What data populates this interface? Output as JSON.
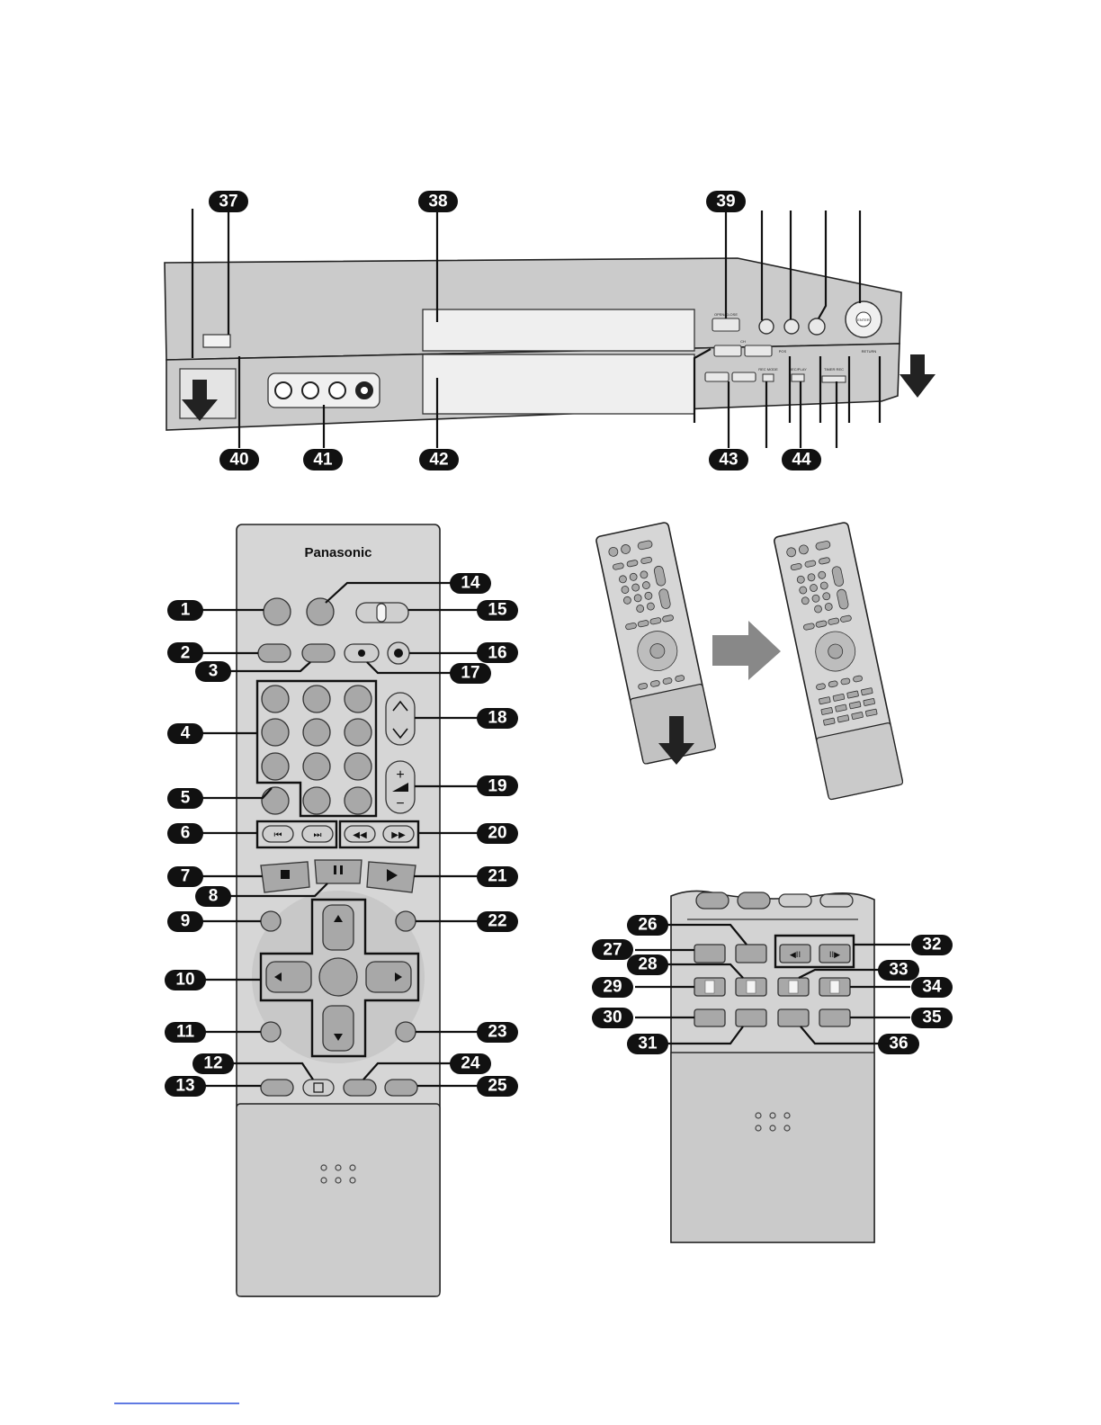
{
  "brand": "Panasonic",
  "front_panel": {
    "tiny_labels": {
      "open_close": "OPEN/CLOSE",
      "enter": "ENTER",
      "ch": "CH",
      "rec_mode": "REC MODE",
      "rec_play": "REC/PLAY",
      "timer_rec": "TIMER REC",
      "return": "RETURN",
      "pos": "POS"
    }
  },
  "callouts": [
    {
      "id": "1",
      "label": "1"
    },
    {
      "id": "2",
      "label": "2"
    },
    {
      "id": "3",
      "label": "3"
    },
    {
      "id": "4",
      "label": "4"
    },
    {
      "id": "5",
      "label": "5"
    },
    {
      "id": "6",
      "label": "6"
    },
    {
      "id": "7",
      "label": "7"
    },
    {
      "id": "8",
      "label": "8"
    },
    {
      "id": "9",
      "label": "9"
    },
    {
      "id": "10",
      "label": "10"
    },
    {
      "id": "11",
      "label": "11"
    },
    {
      "id": "12",
      "label": "12"
    },
    {
      "id": "13",
      "label": "13"
    },
    {
      "id": "14",
      "label": "14"
    },
    {
      "id": "15",
      "label": "15"
    },
    {
      "id": "16",
      "label": "16"
    },
    {
      "id": "17",
      "label": "17"
    },
    {
      "id": "18",
      "label": "18"
    },
    {
      "id": "19",
      "label": "19"
    },
    {
      "id": "20",
      "label": "20"
    },
    {
      "id": "21",
      "label": "21"
    },
    {
      "id": "22",
      "label": "22"
    },
    {
      "id": "23",
      "label": "23"
    },
    {
      "id": "24",
      "label": "24"
    },
    {
      "id": "25",
      "label": "25"
    },
    {
      "id": "26",
      "label": "26"
    },
    {
      "id": "27",
      "label": "27"
    },
    {
      "id": "28",
      "label": "28"
    },
    {
      "id": "29",
      "label": "29"
    },
    {
      "id": "30",
      "label": "30"
    },
    {
      "id": "31",
      "label": "31"
    },
    {
      "id": "32",
      "label": "32"
    },
    {
      "id": "33",
      "label": "33"
    },
    {
      "id": "34",
      "label": "34"
    },
    {
      "id": "35",
      "label": "35"
    },
    {
      "id": "36",
      "label": "36"
    },
    {
      "id": "37",
      "label": "37"
    },
    {
      "id": "38",
      "label": "38"
    },
    {
      "id": "39",
      "label": "39"
    },
    {
      "id": "40",
      "label": "40"
    },
    {
      "id": "41",
      "label": "41"
    },
    {
      "id": "42",
      "label": "42"
    },
    {
      "id": "43",
      "label": "43"
    },
    {
      "id": "44",
      "label": "44"
    }
  ]
}
